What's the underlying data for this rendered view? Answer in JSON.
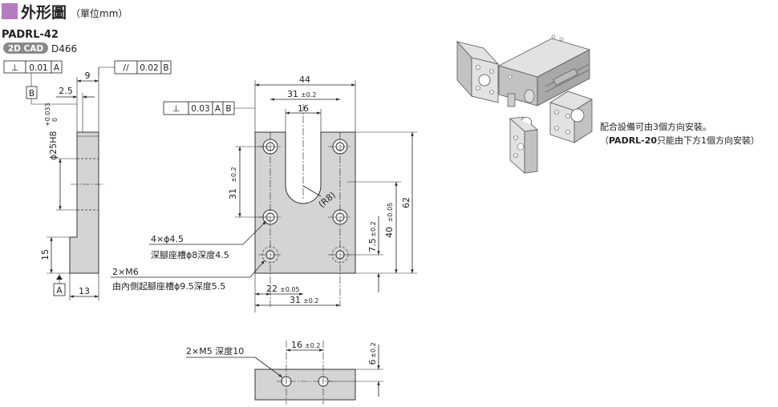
{
  "header": {
    "title": "外形圖",
    "unit_note": "（單位mm）",
    "accent_color": "#b57bbf",
    "model": "PADRL-42",
    "cad_badge": "2D CAD",
    "cad_code": "D466"
  },
  "side_view": {
    "gdt_perp": {
      "symbol": "⊥",
      "value": "0.01",
      "datum": "A"
    },
    "datum_b": "B",
    "datum_a": "A",
    "dim_9": "9",
    "dim_2_5": "2.5",
    "bore": "ϕ25H8",
    "bore_tol_upper": "+0.033",
    "bore_tol_lower": "0",
    "dim_15": "15",
    "dim_13": "13"
  },
  "front_view": {
    "gdt_parallel": {
      "symbol": "//",
      "value": "0.02",
      "datum": "B"
    },
    "gdt_perp": {
      "symbol": "⊥",
      "value": "0.03",
      "datum1": "A",
      "datum2": "B"
    },
    "dim_44": "44",
    "dim_31_top": "31",
    "dim_31_top_tol": "±0.2",
    "dim_16": "16",
    "dim_31_left": "31",
    "dim_31_left_tol": "±0.2",
    "radius": "(R8)",
    "dim_62": "62",
    "dim_40": "40",
    "dim_40_tol": "±0.05",
    "dim_7_5": "7.5",
    "dim_7_5_tol": "±0.2",
    "dim_22": "22",
    "dim_22_tol": "±0.05",
    "dim_31_bottom": "31",
    "dim_31_bottom_tol": "±0.2",
    "note_holes_1": "4×ϕ4.5",
    "note_holes_2": "深腳座槽ϕ8深度4.5",
    "note_m6_1": "2×M6",
    "note_m6_2": "由內側起腳座槽ϕ9.5深度5.5"
  },
  "bottom_view": {
    "note_m5": "2×M5 深度10",
    "dim_16": "16",
    "dim_16_tol": "±0.2",
    "dim_6": "6",
    "dim_6_tol": "±0.2"
  },
  "iso_note": {
    "line1": "配合設備可由3個方向安裝。",
    "line2_prefix": "（",
    "line2_model": "PADRL-20",
    "line2_suffix": "只能由下方1個方向安裝）"
  }
}
